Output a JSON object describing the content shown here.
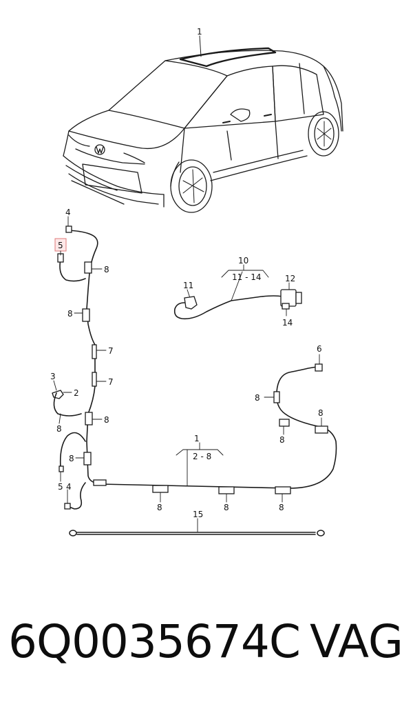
{
  "callouts": {
    "c1_top": "1",
    "c4_top": "4",
    "c5_top": "5",
    "c8_a": "8",
    "c8_b": "8",
    "c7_a": "7",
    "c7_b": "7",
    "c3": "3",
    "c2": "2",
    "c8_c": "8",
    "c8_d": "8",
    "c5_bottom": "5",
    "c4_bottom": "4",
    "c10": "10",
    "c11_14": "11 - 14",
    "c11": "11",
    "c12": "12",
    "c14": "14",
    "c6": "6",
    "c8_e": "8",
    "c8_f": "8",
    "c8_g": "8",
    "c1_mid": "1",
    "c2_8": "2 - 8",
    "c8_h": "8",
    "c8_i": "8",
    "c8_j": "8",
    "c15": "15"
  },
  "footer": {
    "part_number": "6Q0035674C",
    "brand": "VAG"
  },
  "colors": {
    "highlight_border": "#e07a7a",
    "highlight_fill": "#fde8e8",
    "line": "#1a1a1a"
  }
}
